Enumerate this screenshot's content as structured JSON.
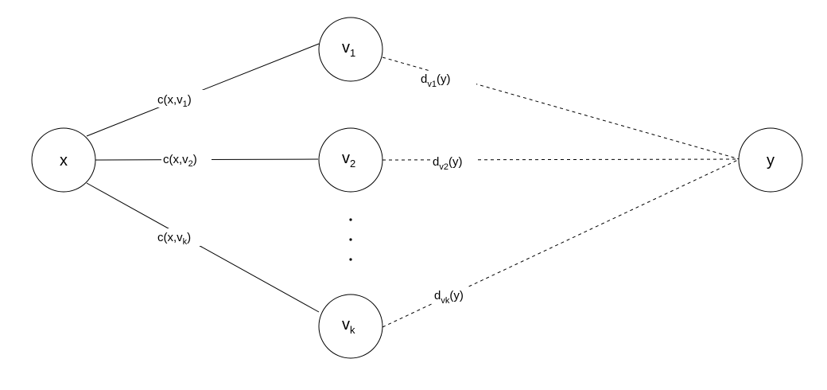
{
  "nodes": {
    "x": {
      "base": "x",
      "sub": ""
    },
    "v1": {
      "base": "v",
      "sub": "1"
    },
    "v2": {
      "base": "v",
      "sub": "2"
    },
    "vk": {
      "base": "v",
      "sub": "k"
    },
    "y": {
      "base": "y",
      "sub": ""
    }
  },
  "edges": {
    "c_x_v1": {
      "pre": "c(x,v",
      "sub": "1",
      "post": ")"
    },
    "c_x_v2": {
      "pre": "c(x,v",
      "sub": "2",
      "post": ")"
    },
    "c_x_vk": {
      "pre": "c(x,v",
      "sub": "k",
      "post": ")"
    },
    "d_v1_y": {
      "pre": "d",
      "sub": "v1",
      "post": "(y)"
    },
    "d_v2_y": {
      "pre": "d",
      "sub": "v2",
      "post": "(y)"
    },
    "d_vk_y": {
      "pre": "d",
      "sub": "vk",
      "post": "(y)"
    }
  },
  "ellipsis": {
    "count": 3
  }
}
